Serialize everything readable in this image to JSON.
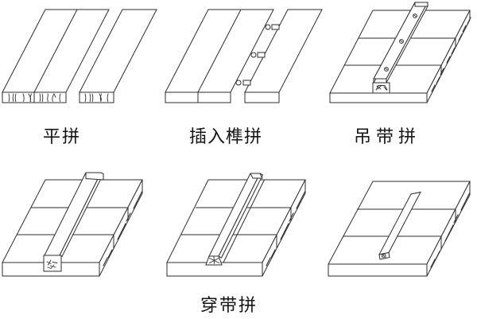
{
  "figure": {
    "background": "#ffffff",
    "line_color": "#2e2e2e",
    "text_color": "#141414",
    "labels": {
      "flat": "平拼",
      "inserted_tenon": "插入榫拼",
      "hanging_strap": "吊带拼",
      "through_strap": "穿带拼"
    }
  }
}
